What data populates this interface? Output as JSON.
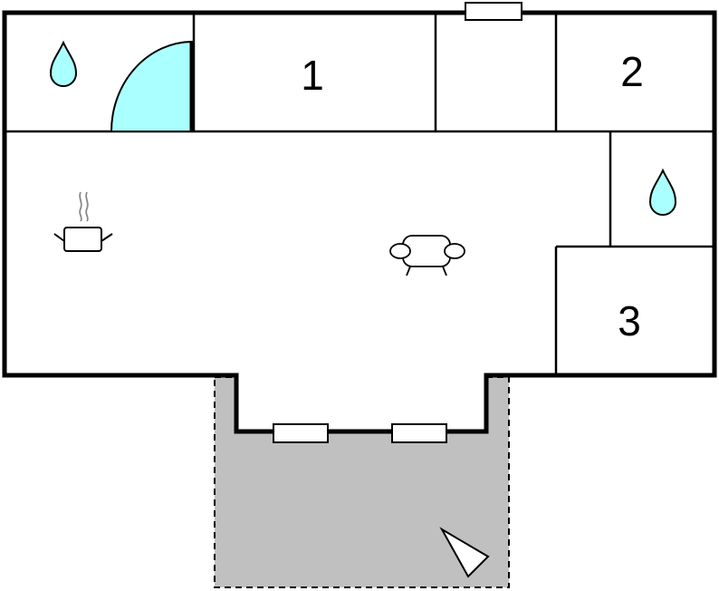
{
  "rooms": [
    {
      "id": "room-1",
      "label": "1"
    },
    {
      "id": "room-2",
      "label": "2"
    },
    {
      "id": "room-3",
      "label": "3"
    }
  ],
  "icons": {
    "bathroom": "water-drop-icon",
    "shower": "quarter-circle-shower-icon",
    "kitchen": "cooking-pot-icon",
    "living": "sofa-icon",
    "compass": "north-arrow-icon",
    "window": "window-icon"
  },
  "colors": {
    "wall": "#000000",
    "water": "#aaffff",
    "terrace": "#c0c0c0",
    "background": "#ffffff",
    "steam": "#888888"
  }
}
